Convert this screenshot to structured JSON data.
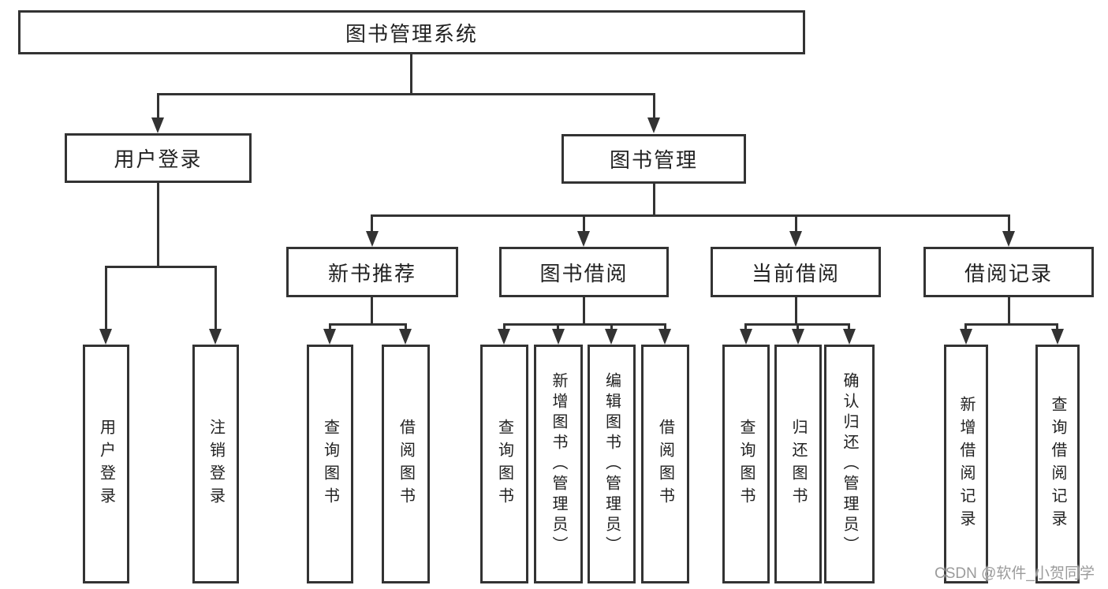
{
  "diagram": {
    "title": {
      "label": "图书管理系统"
    },
    "level2": [
      {
        "label": "用户登录"
      },
      {
        "label": "图书管理"
      }
    ],
    "level3": [
      {
        "label": "新书推荐"
      },
      {
        "label": "图书借阅"
      },
      {
        "label": "当前借阅"
      },
      {
        "label": "借阅记录"
      }
    ],
    "leaves": [
      {
        "label": "用户登录"
      },
      {
        "label": "注销登录"
      },
      {
        "label": "查询图书"
      },
      {
        "label": "借阅图书"
      },
      {
        "label": "查询图书"
      },
      {
        "label": "新增图书（管理员）"
      },
      {
        "label": "编辑图书（管理员）"
      },
      {
        "label": "借阅图书"
      },
      {
        "label": "查询图书"
      },
      {
        "label": "归还图书"
      },
      {
        "label": "确认归还（管理员）"
      },
      {
        "label": "新增借阅记录"
      },
      {
        "label": "查询借阅记录"
      }
    ],
    "watermark": "CSDN @软件_小贺同学",
    "colors": {
      "line": "#333333",
      "text": "#222222",
      "watermark": "#9b9b9b",
      "background": "#ffffff"
    }
  }
}
